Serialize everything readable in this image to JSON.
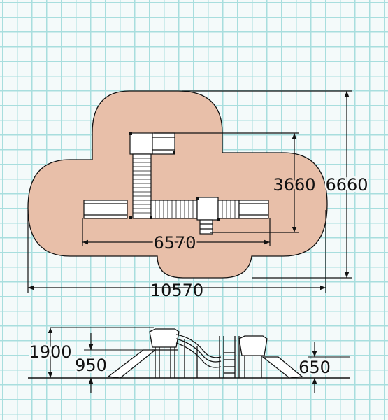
{
  "drawing": {
    "background_color": "#f4fafa",
    "grid_color": "#a8dede",
    "safety_zone_color": "#e8bfa9",
    "line_color": "#111111"
  },
  "plan_view": {
    "overall_width": "10570",
    "overall_depth": "6660",
    "inner_depth": "3660",
    "inner_width": "6570"
  },
  "elevation_view": {
    "total_height": "1900",
    "platform_height_left": "950",
    "platform_height_right": "650"
  }
}
